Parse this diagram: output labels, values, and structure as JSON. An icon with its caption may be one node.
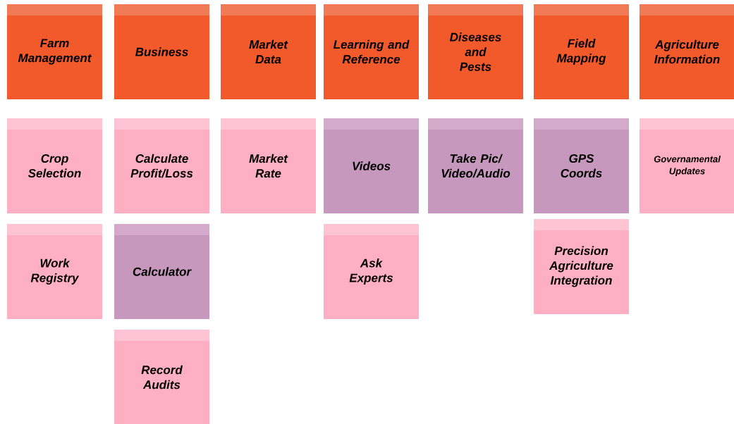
{
  "diagram": {
    "nodes": [
      {
        "text": [
          "Farm Management"
        ]
      },
      {
        "text": [
          "Business"
        ]
      },
      {
        "text": [
          "Market Data"
        ]
      },
      {
        "text": [
          "Learning and Reference"
        ]
      },
      {
        "text": [
          "Diseases and Pests"
        ]
      },
      {
        "text": [
          "Field Mapping"
        ]
      },
      {
        "text": [
          "Agriculture Information"
        ]
      },
      {
        "text": [
          "Crop Selection"
        ]
      },
      {
        "text": [
          "Calculate Profit/Loss"
        ]
      },
      {
        "text": [
          "Market Rate"
        ]
      },
      {
        "text": [
          "Videos"
        ]
      },
      {
        "text": [
          "Take Pic/ Video/Audio"
        ]
      },
      {
        "text": [
          "GPS Coords"
        ]
      },
      {
        "text": [
          "Governamental Updates"
        ]
      },
      {
        "text": [
          "Work Registry"
        ]
      },
      {
        "text": [
          "Calculator"
        ]
      },
      {
        "text": [
          "Ask Experts"
        ]
      },
      {
        "text": [
          "Precision Agriculture Integration"
        ]
      },
      {
        "text": [
          "Record Audits"
        ]
      }
    ],
    "edges": []
  }
}
